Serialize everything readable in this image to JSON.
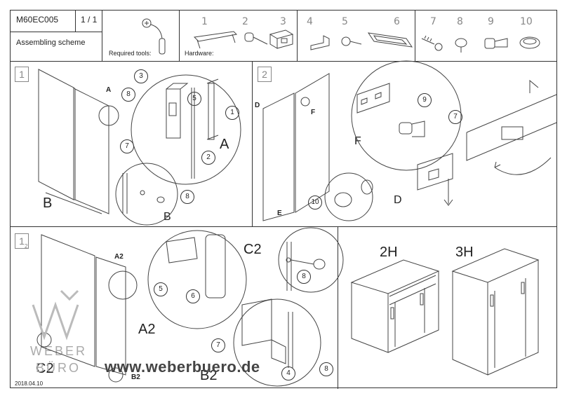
{
  "header": {
    "code": "M60EC005",
    "page": "1 / 1",
    "title": "Assembling scheme",
    "required_tools_label": "Required tools:",
    "hardware_label": "Hardware:",
    "hardware_numbers": [
      "1",
      "2",
      "3",
      "4",
      "5",
      "6",
      "7",
      "8",
      "9",
      "10"
    ]
  },
  "panel1": {
    "step": "1",
    "labels": {
      "A_small": "A",
      "A_large": "A",
      "B_large": "B",
      "B_small": "B"
    },
    "callouts": [
      "3",
      "8",
      "5",
      "7",
      "1",
      "2",
      "8"
    ]
  },
  "panel2": {
    "step": "2",
    "labels": {
      "D": "D",
      "F": "F",
      "E": "E",
      "F_large": "F",
      "D_large": "D"
    },
    "callouts": [
      "9",
      "7",
      "10"
    ]
  },
  "panel3": {
    "step": "1",
    "step_sub": "2",
    "labels": {
      "A2_small": "A2",
      "A2_large": "A2",
      "C2_large": "C2",
      "C2_top": "C2",
      "B2_small": "B2",
      "B2_large": "B2"
    },
    "callouts": [
      "5",
      "6",
      "8",
      "7",
      "4",
      "8"
    ]
  },
  "variants": [
    "2H",
    "3H"
  ],
  "footer": {
    "date": "2018.04.10",
    "url": "www.weberbuero.de"
  },
  "watermark": {
    "line1": "WEBER",
    "line2": "BÜRO"
  }
}
